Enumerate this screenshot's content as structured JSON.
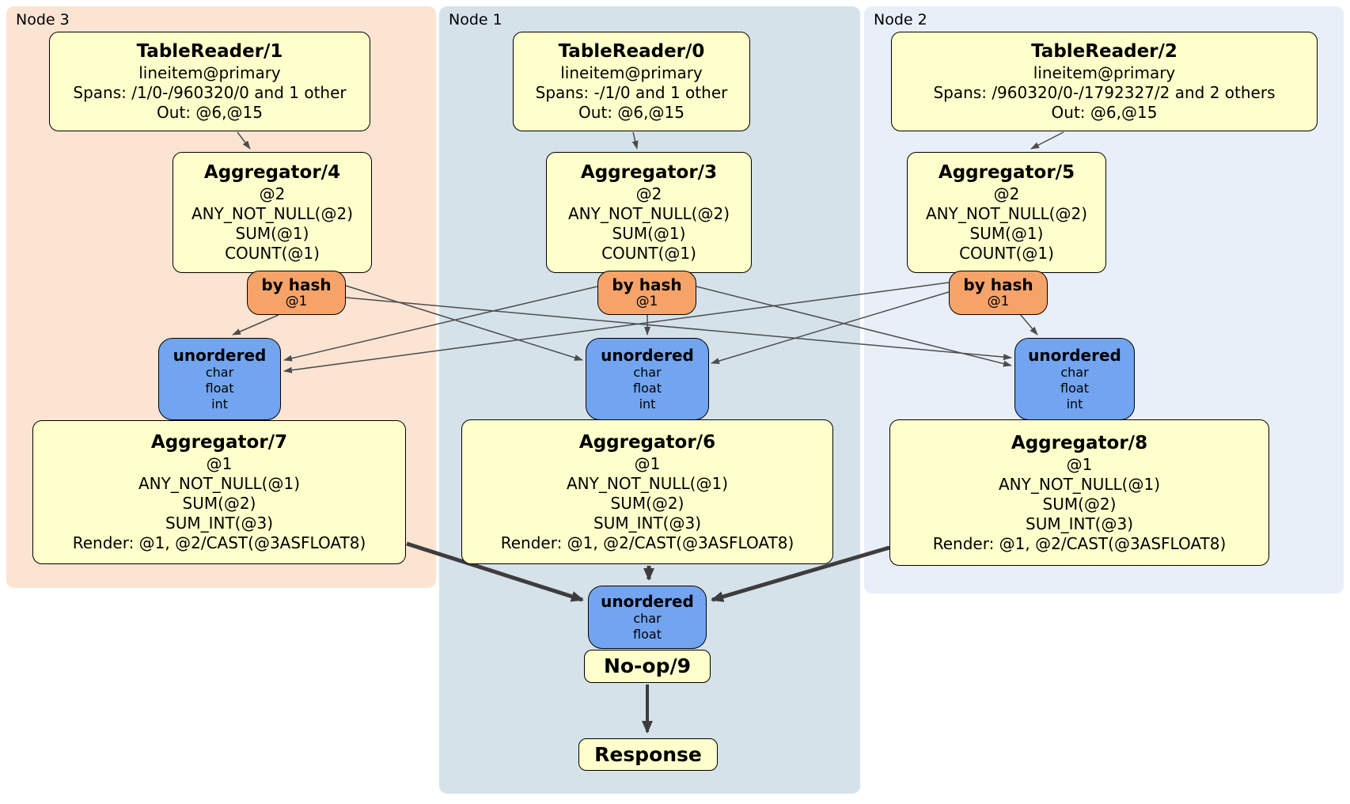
{
  "node3": {
    "label": "Node 3",
    "table_reader": {
      "title": "TableReader/1",
      "lines": [
        "lineitem@primary",
        "Spans: /1/0-/960320/0 and 1 other",
        "Out: @6,@15"
      ]
    },
    "aggregator_top": {
      "title": "Aggregator/4",
      "lines": [
        "@2",
        "ANY_NOT_NULL(@2)",
        "SUM(@1)",
        "COUNT(@1)"
      ]
    },
    "router": {
      "title": "by hash",
      "detail": "@1"
    },
    "sync": {
      "title": "unordered",
      "lines": [
        "char",
        "float",
        "int"
      ]
    },
    "aggregator_bottom": {
      "title": "Aggregator/7",
      "lines": [
        "@1",
        "ANY_NOT_NULL(@1)",
        "SUM(@2)",
        "SUM_INT(@3)",
        "Render: @1, @2/CAST(@3ASFLOAT8)"
      ]
    }
  },
  "node1": {
    "label": "Node 1",
    "table_reader": {
      "title": "TableReader/0",
      "lines": [
        "lineitem@primary",
        "Spans: -/1/0 and 1 other",
        "Out: @6,@15"
      ]
    },
    "aggregator_top": {
      "title": "Aggregator/3",
      "lines": [
        "@2",
        "ANY_NOT_NULL(@2)",
        "SUM(@1)",
        "COUNT(@1)"
      ]
    },
    "router": {
      "title": "by hash",
      "detail": "@1"
    },
    "sync": {
      "title": "unordered",
      "lines": [
        "char",
        "float",
        "int"
      ]
    },
    "aggregator_bottom": {
      "title": "Aggregator/6",
      "lines": [
        "@1",
        "ANY_NOT_NULL(@1)",
        "SUM(@2)",
        "SUM_INT(@3)",
        "Render: @1, @2/CAST(@3ASFLOAT8)"
      ]
    }
  },
  "node2": {
    "label": "Node 2",
    "table_reader": {
      "title": "TableReader/2",
      "lines": [
        "lineitem@primary",
        "Spans: /960320/0-/1792327/2 and 2 others",
        "Out: @6,@15"
      ]
    },
    "aggregator_top": {
      "title": "Aggregator/5",
      "lines": [
        "@2",
        "ANY_NOT_NULL(@2)",
        "SUM(@1)",
        "COUNT(@1)"
      ]
    },
    "router": {
      "title": "by hash",
      "detail": "@1"
    },
    "sync": {
      "title": "unordered",
      "lines": [
        "char",
        "float",
        "int"
      ]
    },
    "aggregator_bottom": {
      "title": "Aggregator/8",
      "lines": [
        "@1",
        "ANY_NOT_NULL(@1)",
        "SUM(@2)",
        "SUM_INT(@3)",
        "Render: @1, @2/CAST(@3ASFLOAT8)"
      ]
    }
  },
  "final": {
    "sync": {
      "title": "unordered",
      "lines": [
        "char",
        "float"
      ]
    },
    "noop": {
      "title": "No-op/9"
    },
    "response": {
      "title": "Response"
    }
  },
  "colors": {
    "node3_bg": "#fce4d2",
    "node1_bg": "#d6e2ea",
    "node2_bg": "#e9eff8",
    "processor_bg": "#ffffcc",
    "router_bg": "#f6a36a",
    "sync_bg": "#72a4f0",
    "box_border": "#000000",
    "edge": "#4d4d4d",
    "edge_thick": "#3d3d3d"
  }
}
